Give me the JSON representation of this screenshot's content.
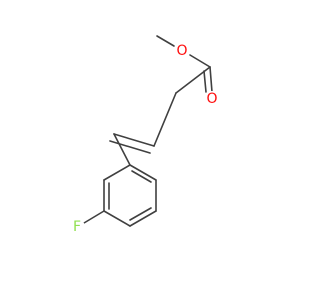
{
  "molecule": {
    "atoms": {
      "O_ester": {
        "label": "O",
        "color": "#ff0d0d"
      },
      "O_carbonyl": {
        "label": "O",
        "color": "#ff0d0d"
      },
      "F": {
        "label": "F",
        "color": "#90e050"
      }
    },
    "colors": {
      "bond": "#404040",
      "background": "#ffffff"
    }
  }
}
